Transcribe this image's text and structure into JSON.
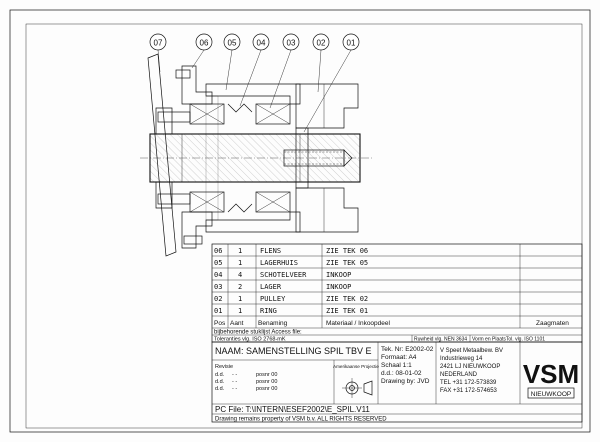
{
  "balloons": [
    "07",
    "06",
    "05",
    "04",
    "03",
    "02",
    "01"
  ],
  "parts_list": {
    "rows": [
      {
        "pos": "06",
        "qty": "1",
        "name": "FLENS",
        "material": "ZIE TEK  06"
      },
      {
        "pos": "05",
        "qty": "1",
        "name": "LAGERHUIS",
        "material": "ZIE TEK  05"
      },
      {
        "pos": "04",
        "qty": "4",
        "name": "SCHOTELVEER",
        "material": "INKOOP"
      },
      {
        "pos": "03",
        "qty": "2",
        "name": "LAGER",
        "material": "INKOOP"
      },
      {
        "pos": "02",
        "qty": "1",
        "name": "PULLEY",
        "material": "ZIE TEK  02"
      },
      {
        "pos": "01",
        "qty": "1",
        "name": "RING",
        "material": "ZIE TEK  01"
      }
    ],
    "header": {
      "pos": "Pos",
      "qty": "Aant",
      "name": "Benaming",
      "material": "Materiaal / Inkoopdeel",
      "finish": "Zaagmaten"
    },
    "bom_note": "bijbehorende stuklijst Access file:"
  },
  "tolerances": {
    "general": "Toleranties vlg.  ISO 2768-mK",
    "roughness": "Ruwheid vlg.  NEN 3634",
    "form": "Vorm en PlaatsTol. vlg.  ISO 1101"
  },
  "title_block": {
    "name": "NAAM: SAMENSTELLING SPIL TBV E",
    "revisie_label": "Revisie",
    "revisions": [
      {
        "d": "d.d.",
        "v": "-   -",
        "pos": "posnr 00"
      },
      {
        "d": "d.d.",
        "v": "-   -",
        "pos": "posnr 00"
      },
      {
        "d": "d.d.",
        "v": "-   -",
        "pos": "posnr 00"
      }
    ],
    "projection_label": "Amerikaanse Projectie",
    "tek_nr": "Tek. Nr: E2002-02",
    "formaat": "Formaat: A4",
    "schaal": "Schaal  1:1",
    "date": "d.d.: 08-01-02",
    "drawn_by": "Drawing by:  JVD",
    "company_lines": [
      "V Speet Metaalbew. BV",
      "Industrieweg 14",
      "2421  LJ  NIEUWKOOP",
      "NEDERLAND",
      "TEL +31 172-573839",
      "FAX +31 172-574653"
    ],
    "logo_text": "VSM",
    "logo_sub": "NIEUWKOOP",
    "pc_file": "PC File: T:\\INTERN\\ESEF2002\\E_SPIL.V11",
    "footer": "Drawing remains property of VSM b.v.   ALL RIGHTS RESERVED"
  }
}
